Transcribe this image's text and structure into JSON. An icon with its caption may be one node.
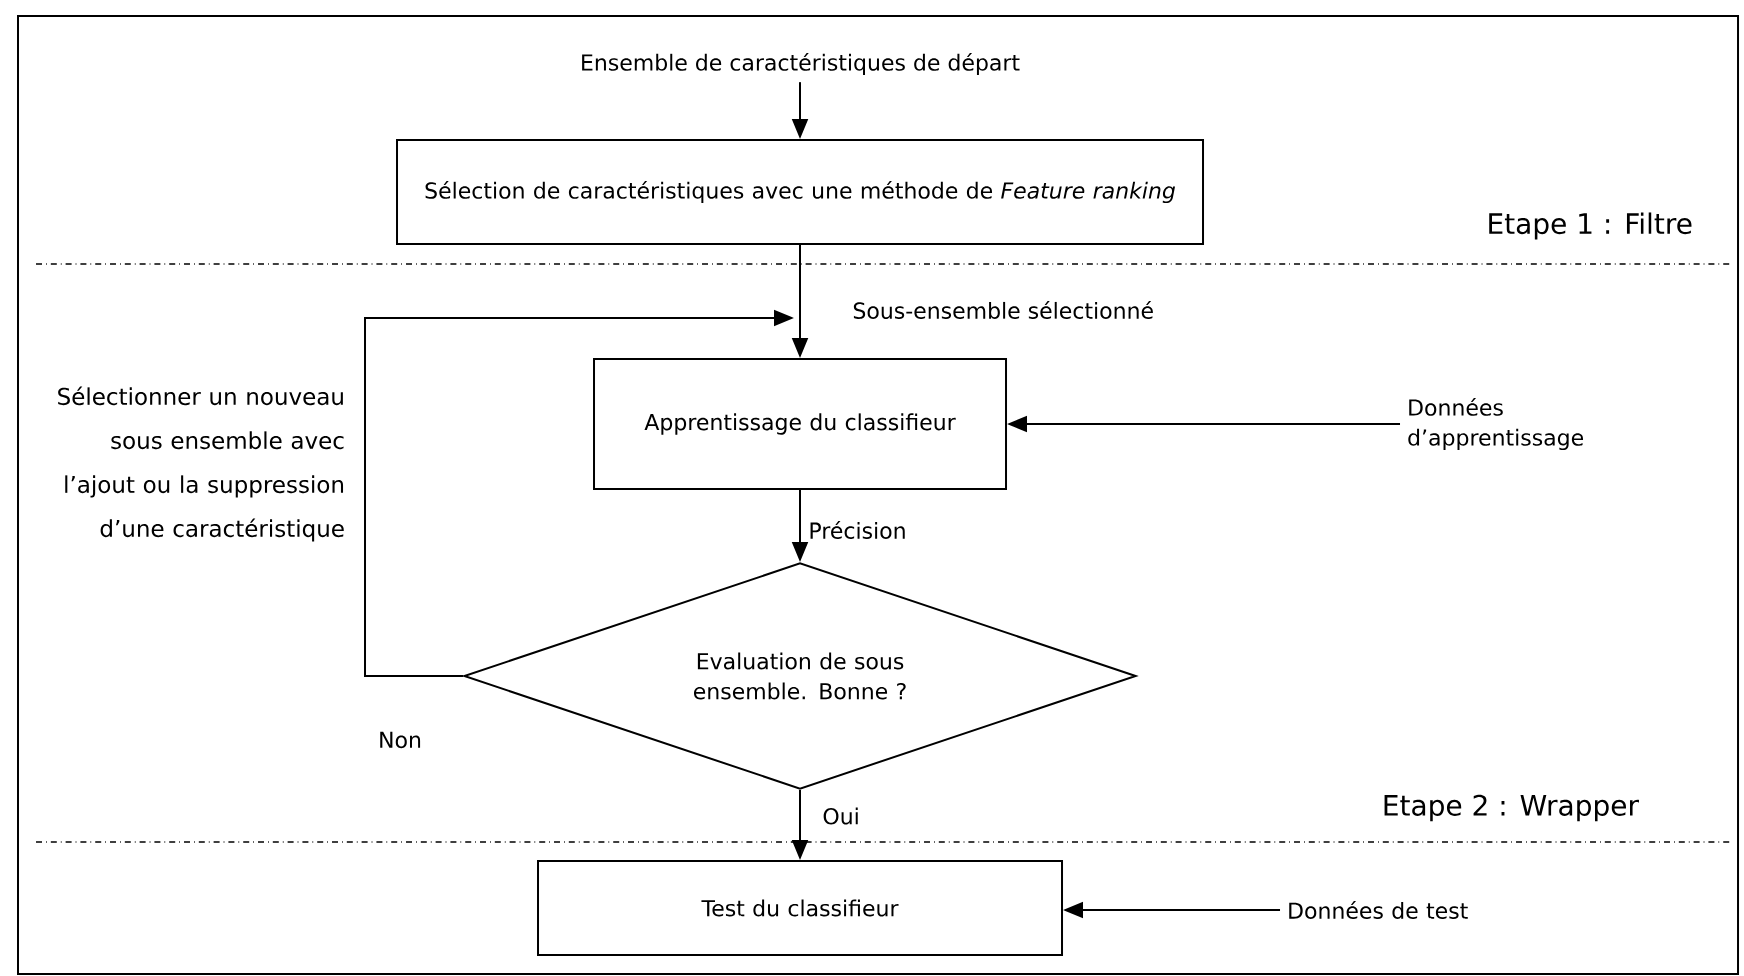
{
  "diagram": {
    "nodes": [
      {
        "text": [
          "Ensemble de caractéristiques de départ"
        ]
      },
      {
        "text": [
          "Sélection de caractéristiques avec une méthode de *Feature ranking*"
        ]
      },
      {
        "text": [
          "Apprentissage du classifieur"
        ]
      },
      {
        "text": [
          "Evaluation de sous ensemble. Bonne ?"
        ]
      },
      {
        "text": [
          "Test du classifieur"
        ]
      },
      {
        "text": [
          "Données d’apprentissage"
        ]
      },
      {
        "text": [
          "Données de test"
        ]
      }
    ],
    "edges": [
      {
        "from": 0,
        "to": 1,
        "arrow": "to"
      },
      {
        "from": 1,
        "to": 2,
        "arrow": "to",
        "label": "Sous-ensemble sélectionné"
      },
      {
        "from": 5,
        "to": 2,
        "arrow": "to"
      },
      {
        "from": 2,
        "to": 3,
        "arrow": "to",
        "label": "Précision"
      },
      {
        "from": 3,
        "to": 2,
        "arrow": "to",
        "label": "Non"
      },
      {
        "from": 3,
        "to": 4,
        "arrow": "to",
        "label": "Oui"
      },
      {
        "from": 6,
        "to": 4,
        "arrow": "to"
      }
    ],
    "labels": [
      "Sélectionner un nouveau sous ensemble avec l’ajout ou la suppression d’une caractéristique",
      "Etape 1 : Filtre",
      "Etape 2 : Wrapper"
    ]
  }
}
